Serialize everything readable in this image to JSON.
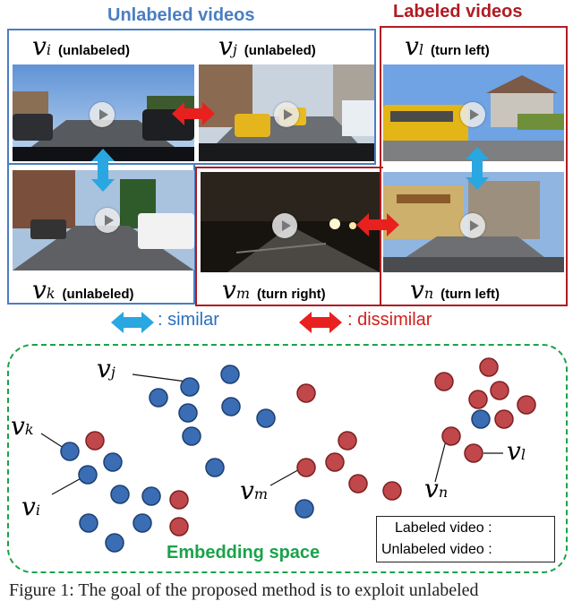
{
  "groups": {
    "unlabeled_title": "Unlabeled videos",
    "labeled_title": "Labeled videos"
  },
  "videos": {
    "i": {
      "symbol": "v",
      "subscript": "i",
      "status": "(unlabeled)"
    },
    "j": {
      "symbol": "v",
      "subscript": "j",
      "status": "(unlabeled)"
    },
    "k": {
      "symbol": "v",
      "subscript": "k",
      "status": "(unlabeled)"
    },
    "l": {
      "symbol": "v",
      "subscript": "l",
      "status": "(turn left)"
    },
    "m": {
      "symbol": "v",
      "subscript": "m",
      "status": "(turn right)"
    },
    "n": {
      "symbol": "v",
      "subscript": "n",
      "status": "(turn left)"
    }
  },
  "arrow_legend": {
    "similar": ": similar",
    "dissimilar": ": dissimilar"
  },
  "embedding": {
    "title": "Embedding space",
    "callouts": {
      "j": "j",
      "k": "k",
      "i": "i",
      "m": "m",
      "n": "n",
      "l": "l"
    },
    "legend": {
      "labeled": "Labeled video :",
      "unlabeled": "Unlabeled video :"
    }
  },
  "colors": {
    "unlabeled_accent": "#4a7ec2",
    "labeled_accent": "#b01c22",
    "similar_arrow": "#29a7e1",
    "dissimilar_arrow": "#e8201e",
    "embedding_border": "#1aa34a",
    "red_point": "#c0474a",
    "blue_point": "#3a6db3"
  },
  "caption": "Figure 1: The goal of the proposed method is to exploit unlabeled"
}
